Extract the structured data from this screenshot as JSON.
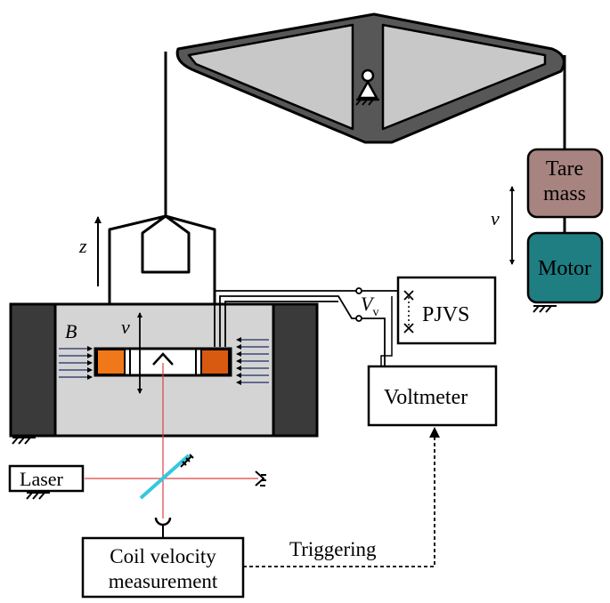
{
  "labels": {
    "tare_mass_line1": "Tare",
    "tare_mass_line2": "mass",
    "motor": "Motor",
    "pjvs": "PJVS",
    "voltmeter": "Voltmeter",
    "laser": "Laser",
    "coil_velocity_line1": "Coil velocity",
    "coil_velocity_line2": "measurement",
    "triggering": "Triggering",
    "z_axis": "z",
    "velocity_coil": "v",
    "velocity_motor": "v",
    "magnetic_field": "B",
    "voltage": "V",
    "voltage_subscript": "v"
  },
  "colors": {
    "beam_frame": "#575757",
    "beam_panel": "#c8c8c8",
    "magnet_yoke": "#3a3a3a",
    "magnet_gap": "#d4d4d4",
    "coil_left": "#f07818",
    "coil_right": "#d85a10",
    "tare_mass": "#a88480",
    "motor": "#1e7e82",
    "laser_beam": "#e04040",
    "beam_splitter": "#34c8e0"
  }
}
